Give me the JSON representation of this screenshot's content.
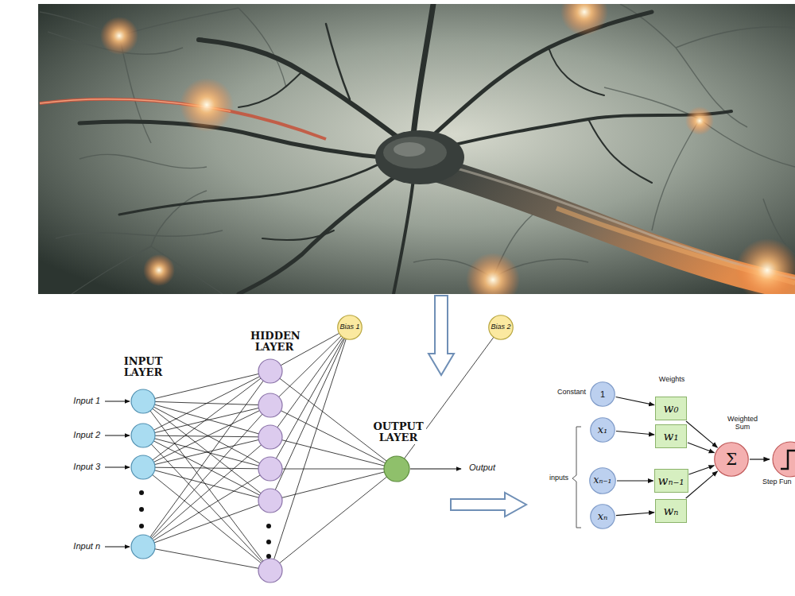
{
  "diagram": {
    "nodes": [
      {
        "text": [
          "Bias 1"
        ]
      },
      {
        "text": [
          "Bias 2"
        ]
      },
      {
        "text": [
          "1"
        ]
      },
      {
        "text": [
          "x₁"
        ]
      },
      {
        "text": [
          "xₙ₋₁"
        ]
      },
      {
        "text": [
          "xₙ"
        ]
      },
      {
        "text": [
          "w₀"
        ]
      },
      {
        "text": [
          "w₁"
        ]
      },
      {
        "text": [
          "wₙ₋₁"
        ]
      },
      {
        "text": [
          "wₙ"
        ]
      },
      {
        "text": [
          "Σ"
        ]
      }
    ],
    "edges": [
      {
        "from": 2,
        "to": 6,
        "arrow": "to"
      },
      {
        "from": 3,
        "to": 7,
        "arrow": "to"
      },
      {
        "from": 4,
        "to": 8,
        "arrow": "to"
      },
      {
        "from": 5,
        "to": 9,
        "arrow": "to"
      },
      {
        "from": 6,
        "to": 10,
        "arrow": "to"
      },
      {
        "from": 7,
        "to": 10,
        "arrow": "to"
      },
      {
        "from": 8,
        "to": 10,
        "arrow": "to"
      },
      {
        "from": 9,
        "to": 10,
        "arrow": "to"
      }
    ],
    "labels": [
      "INPUT LAYER",
      "HIDDEN LAYER",
      "OUTPUT LAYER",
      "Input 1",
      "Input 2",
      "Input 3",
      "Input n",
      "Output",
      "Weights",
      "Constant",
      "inputs",
      "Weighted Sum",
      "Step Fun"
    ]
  }
}
